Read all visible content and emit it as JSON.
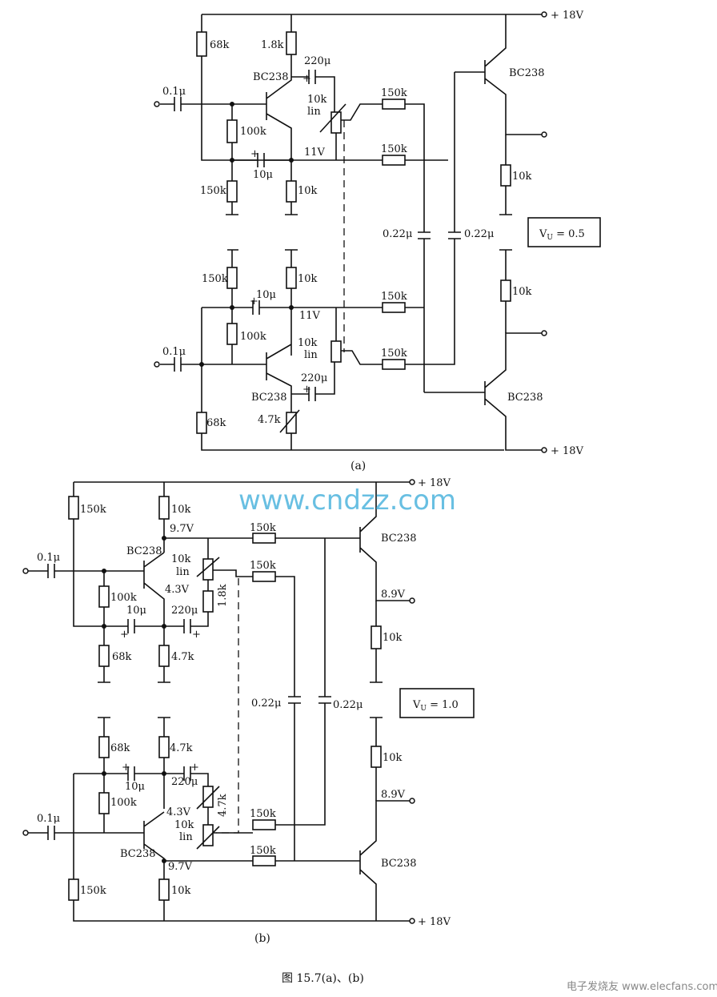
{
  "labels": {
    "r68k": "68k",
    "r1_8k": "1.8k",
    "r100k": "100k",
    "r150k": "150k",
    "r10k": "10k",
    "r4_7k": "4.7k",
    "c01u": "0.1μ",
    "c220u": "220μ",
    "c10u": "10μ",
    "c022u": "0.22μ",
    "pot_value": "10k",
    "pot_taper": "lin",
    "transistor": "BC238",
    "supply": "+ 18V",
    "v11": "11V",
    "v9_7": "9.7V",
    "v4_3": "4.3V",
    "v8_9": "8.9V",
    "plus": "+",
    "vu_symbol": "V",
    "vu_sub": "U",
    "vu_a": " = 0.5",
    "vu_b": " = 1.0",
    "label_a": "(a)",
    "label_b": "(b)",
    "watermark": "www.cndzz.com",
    "caption": "图 15.7(a)、(b)",
    "logo": "电子发烧友 www.elecfans.com"
  }
}
